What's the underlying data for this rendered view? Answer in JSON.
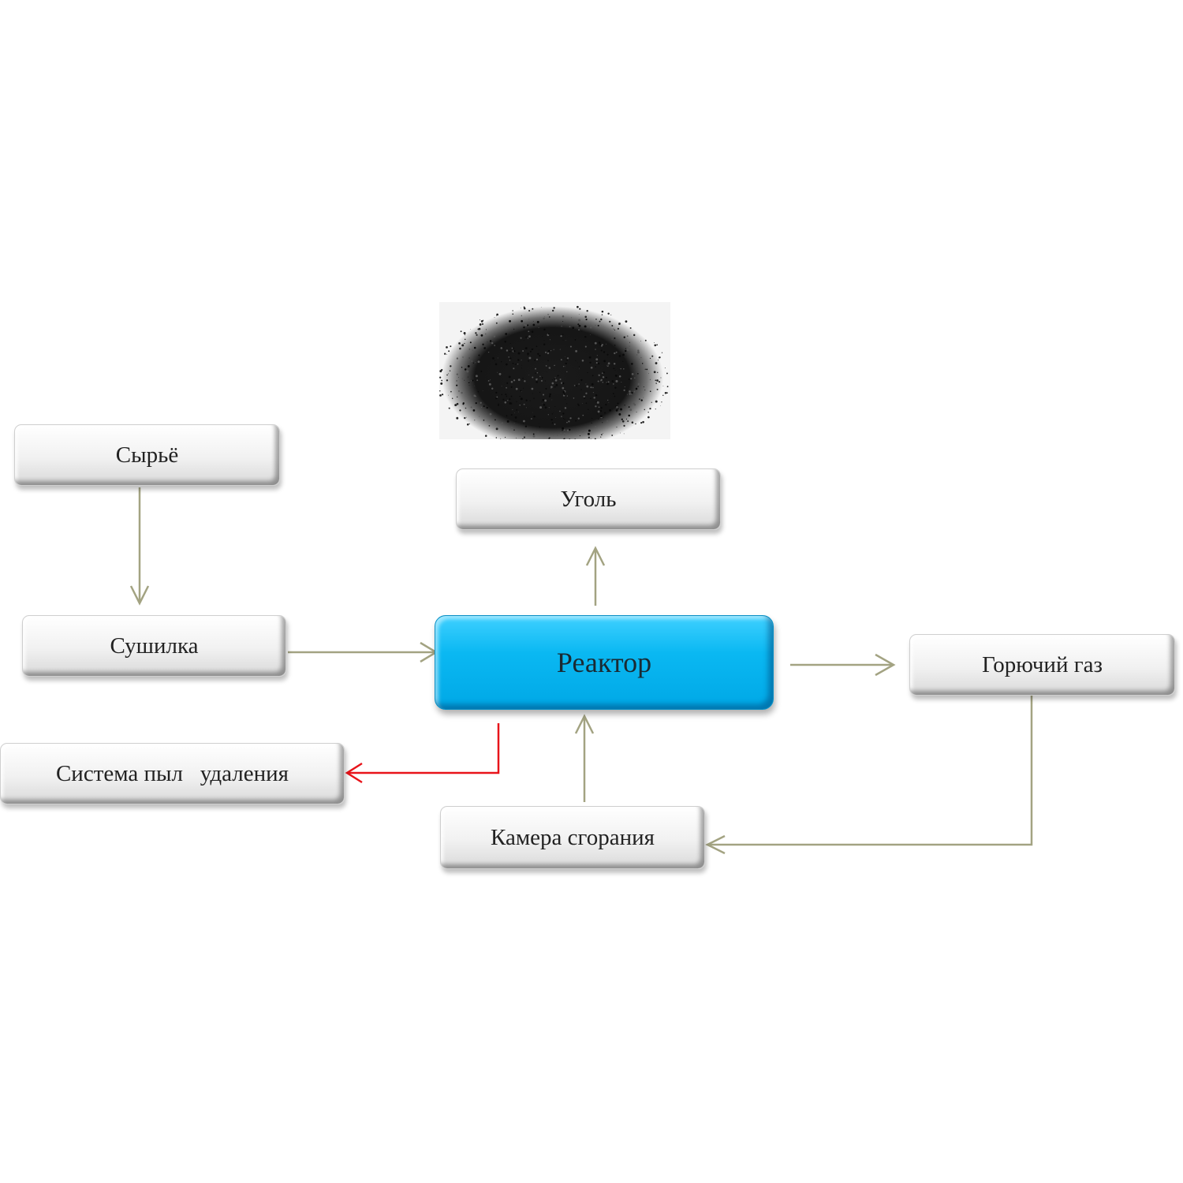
{
  "nodes": {
    "raw": "Сырьё",
    "coal": "Уголь",
    "dryer": "Сушилка",
    "reactor": "Реактор",
    "gas": "Горючий газ",
    "dust": "Система пыл   удаления",
    "chamber": "Камера сгорания"
  },
  "colors": {
    "arrow": "#a3a382",
    "dust_arrow": "#e8141a",
    "reactor_fill": "#0ab8f2"
  }
}
